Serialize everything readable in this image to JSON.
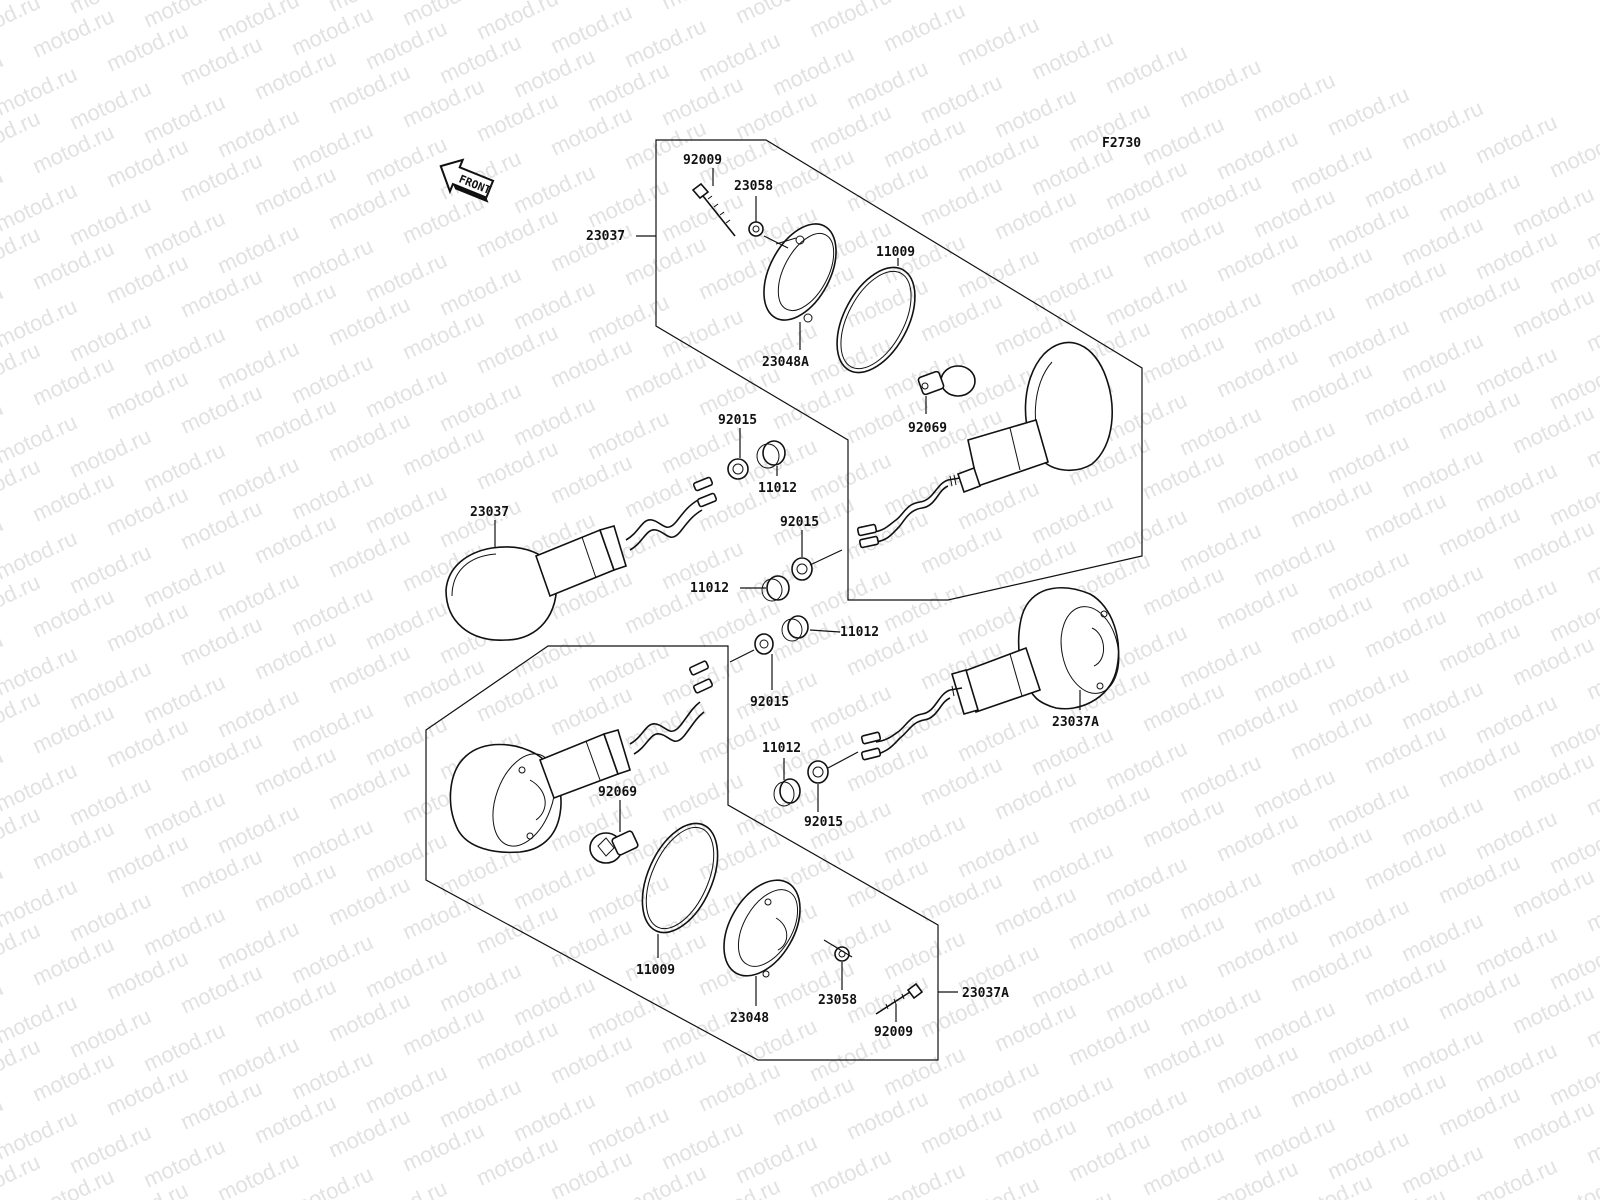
{
  "figure_code": "F2730",
  "front_label": "FRONT",
  "watermark": "motod.ru",
  "labels": {
    "l_92009_top": "92009",
    "l_23058_top": "23058",
    "l_23037_top": "23037",
    "l_11009_top": "11009",
    "l_23048A": "23048A",
    "l_92069_top": "92069",
    "l_92015_a": "92015",
    "l_11012_a": "11012",
    "l_23037_mid": "23037",
    "l_92015_b": "92015",
    "l_11012_b": "11012",
    "l_11012_c": "11012",
    "l_92015_c": "92015",
    "l_23037A_mid": "23037A",
    "l_11012_d": "11012",
    "l_92015_d": "92015",
    "l_92069_bot": "92069",
    "l_11009_bot": "11009",
    "l_23048": "23048",
    "l_23058_bot": "23058",
    "l_92009_bot": "92009",
    "l_23037A_bot": "23037A"
  }
}
